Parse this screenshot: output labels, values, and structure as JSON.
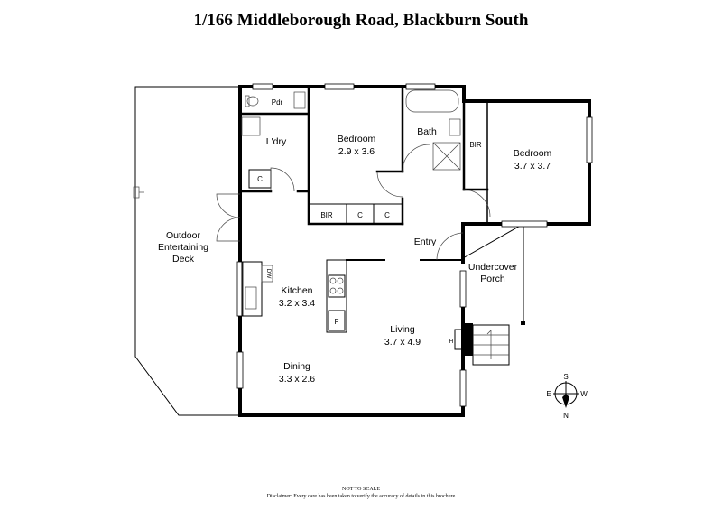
{
  "title": "1/166 Middleborough Road, Blackburn South",
  "rooms": {
    "bedroom1": {
      "name": "Bedroom",
      "size": "2.9 x 3.6"
    },
    "bedroom2": {
      "name": "Bedroom",
      "size": "3.7 x 3.7"
    },
    "bath": {
      "name": "Bath"
    },
    "powder": {
      "name": "Pdr"
    },
    "laundry": {
      "name": "L'dry"
    },
    "kitchen": {
      "name": "Kitchen",
      "size": "3.2 x 3.4"
    },
    "living": {
      "name": "Living",
      "size": "3.7 x 4.9"
    },
    "dining": {
      "name": "Dining",
      "size": "3.3 x 2.6"
    },
    "entry": {
      "name": "Entry"
    },
    "deck": {
      "line1": "Outdoor",
      "line2": "Entertaining",
      "line3": "Deck"
    },
    "porch": {
      "line1": "Undercover",
      "line2": "Porch"
    }
  },
  "fixtures": {
    "bir1": "BIR",
    "bir2": "BIR",
    "cupboard1": "C",
    "cupboard2": "C",
    "cupboard3": "C",
    "dishwasher": "DW",
    "fridge": "F",
    "heater": "H"
  },
  "compass": {
    "n": "N",
    "s": "S",
    "e": "E",
    "w": "W"
  },
  "footer": {
    "scale": "NOT TO SCALE",
    "disclaimer": "Disclaimer: Every care has been taken to verify the accuracy of details in this brochure"
  }
}
